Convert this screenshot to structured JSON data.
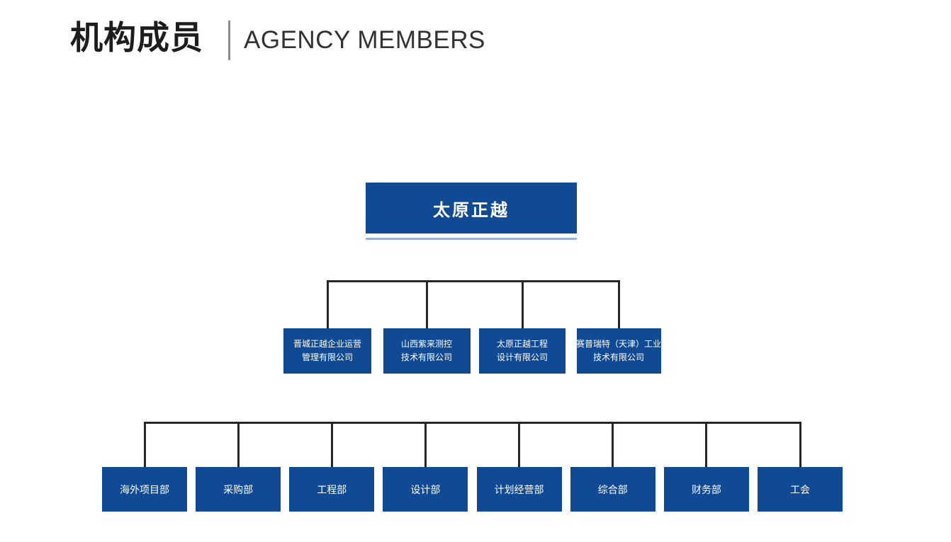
{
  "header": {
    "title_cn": "机构成员",
    "title_en": "AGENCY MEMBERS"
  },
  "org": {
    "root": {
      "label": "太原正越"
    },
    "level2": [
      {
        "lines": [
          "晋城正越企业运营",
          "管理有限公司"
        ]
      },
      {
        "lines": [
          "山西紫来测控",
          "技术有限公司"
        ]
      },
      {
        "lines": [
          "太原正越工程",
          "设计有限公司"
        ]
      },
      {
        "lines": [
          "赛普瑞特（天津）工业",
          "技术有限公司"
        ]
      }
    ],
    "level3": [
      {
        "label": "海外项目部"
      },
      {
        "label": "采购部"
      },
      {
        "label": "工程部"
      },
      {
        "label": "设计部"
      },
      {
        "label": "计划经营部"
      },
      {
        "label": "综合部"
      },
      {
        "label": "财务部"
      },
      {
        "label": "工会"
      }
    ]
  },
  "colors": {
    "box_blue": "#114a94",
    "connector_dark": "#262626",
    "title_dark": "#1d1d1d",
    "divider_gray": "#8c8c8c"
  }
}
